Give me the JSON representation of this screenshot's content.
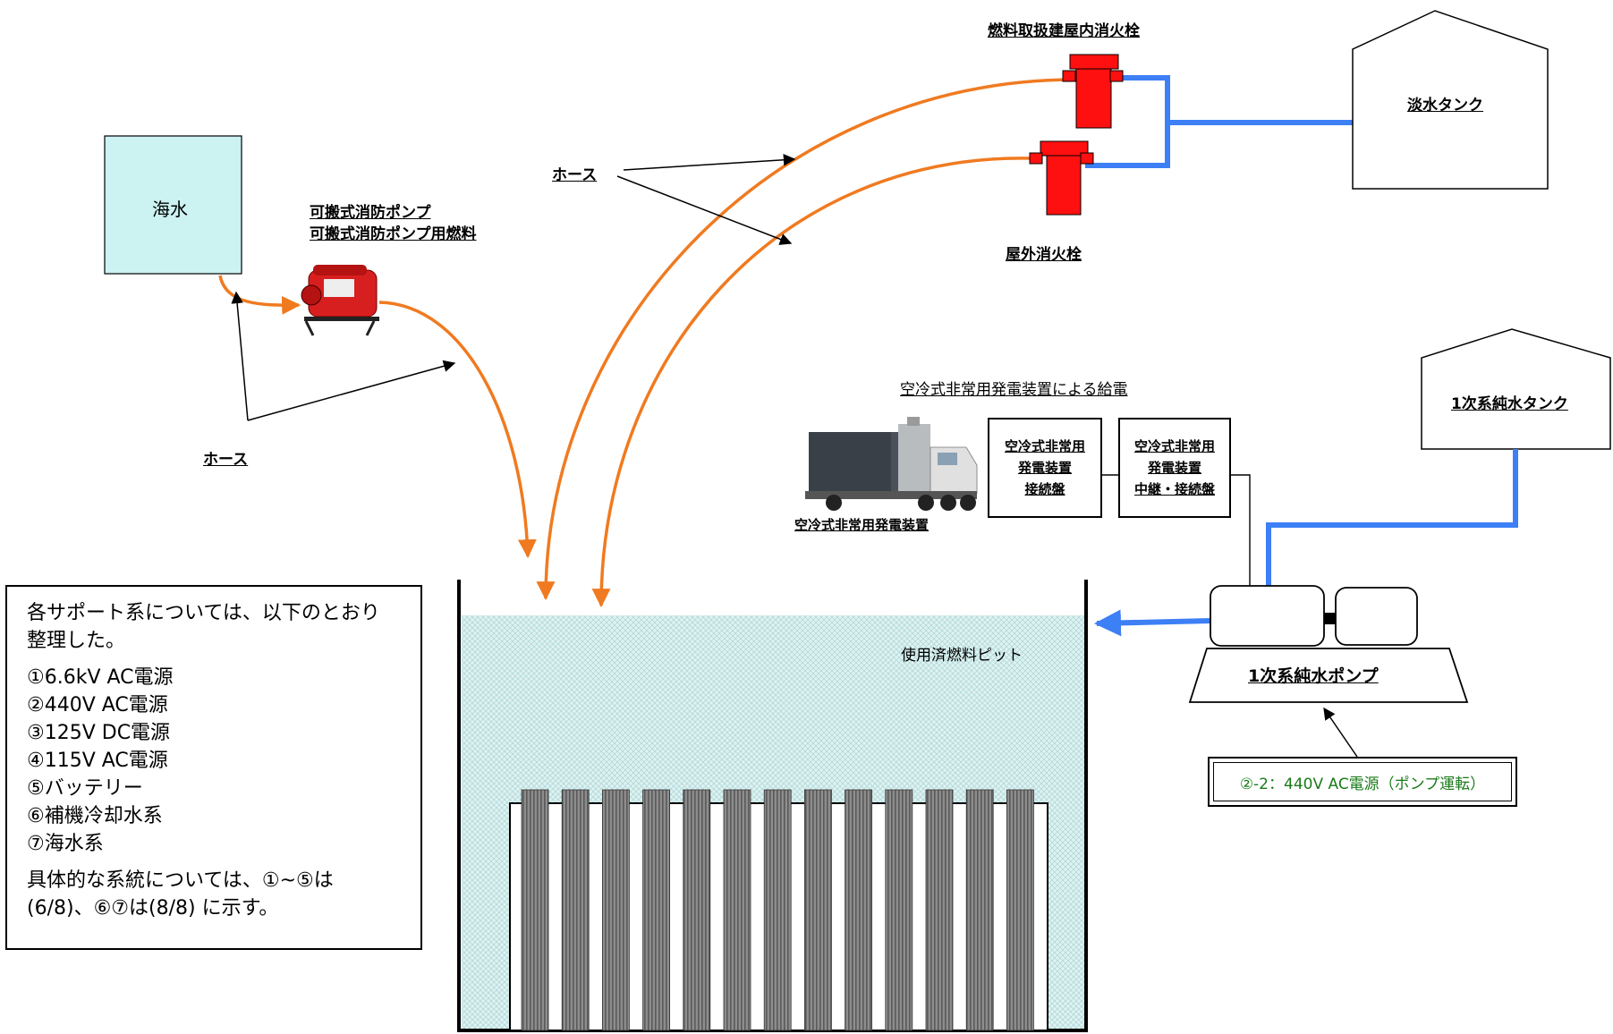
{
  "labels": {
    "seawater": "海水",
    "portable_pump_line1": "可搬式消防ポンプ",
    "portable_pump_line2": "可搬式消防ポンプ用燃料",
    "hose_left": "ホース",
    "hose_center": "ホース",
    "hydrant_indoor": "燃料取扱建屋内消火栓",
    "hydrant_outdoor": "屋外消火栓",
    "freshwater_tank": "淡水タンク",
    "generator_supply_title": "空冷式非常用発電装置による給電",
    "generator": "空冷式非常用発電装置",
    "panel1": [
      "空冷式非常用",
      "発電装置",
      "接続盤"
    ],
    "panel2": [
      "空冷式非常用",
      "発電装置",
      "中継・接続盤"
    ],
    "primary_tank": "1次系純水タンク",
    "primary_pump": "1次系純水ポンプ",
    "pit": "使用済燃料ピット",
    "pump_power": "②-2：440V AC電源（ポンプ運転）"
  },
  "note": {
    "intro": [
      "各サポート系については、以下のとおり",
      "整理した。"
    ],
    "items": [
      "①6.6kV AC電源",
      "②440V AC電源",
      "③125V DC電源",
      "④115V AC電源",
      "⑤バッテリー",
      "⑥補機冷却水系",
      "⑦海水系"
    ],
    "outro": [
      "具体的な系統については、①~⑤は",
      "(6/8)、⑥⑦は(8/8) に示す。"
    ]
  },
  "colors": {
    "hose": "#f07a20",
    "pipe": "#3d7ff5",
    "hydrant": "#ff1010",
    "seawater_fill": "#ccf2f2",
    "pit_water": "#d8efef",
    "power_text": "#1a7a1a"
  }
}
